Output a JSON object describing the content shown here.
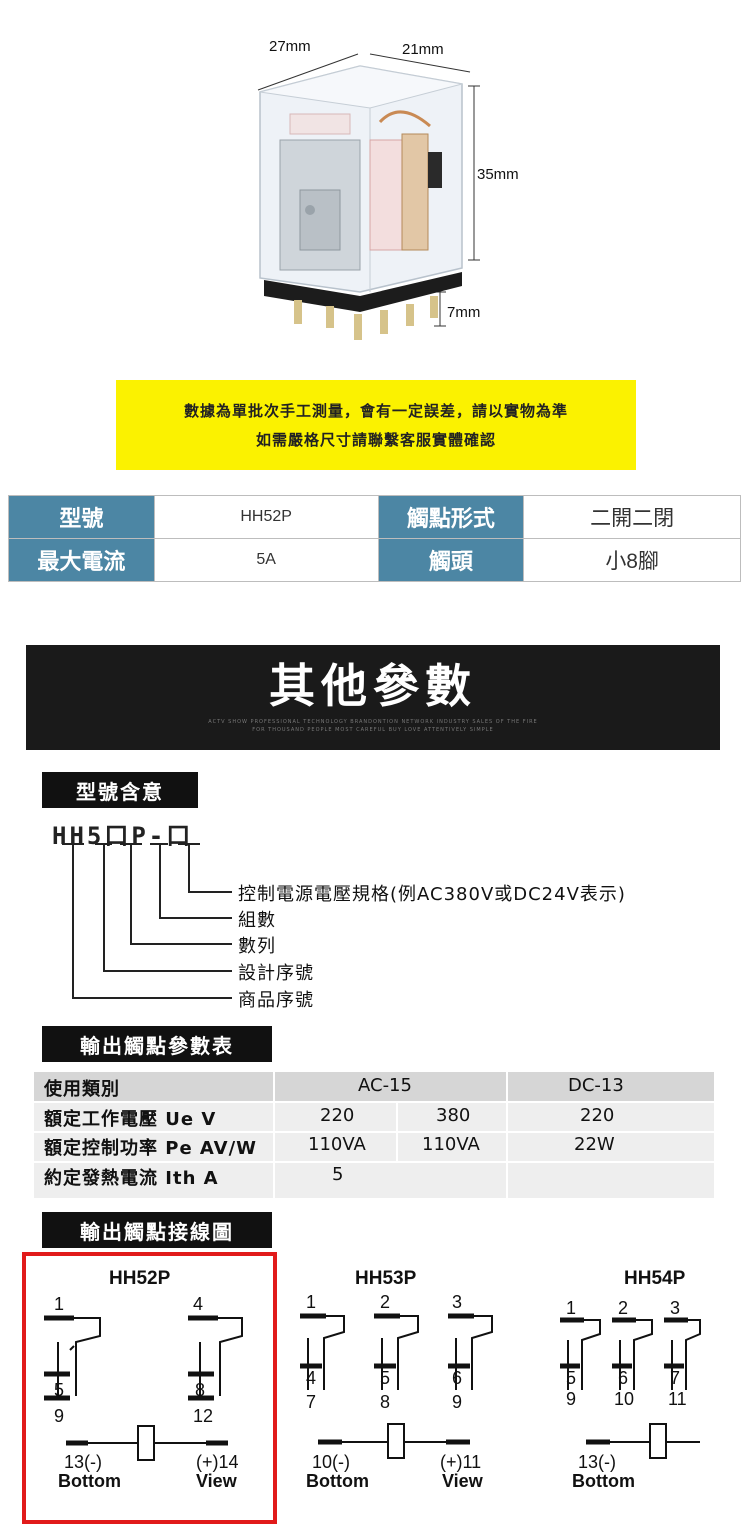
{
  "photo": {
    "dim_depth": "27mm",
    "dim_width": "21mm",
    "dim_height": "35mm",
    "dim_pin": "7mm"
  },
  "note": {
    "line1": "數據為單批次手工測量，會有一定誤差，請以實物為準",
    "line2": "如需嚴格尺寸請聯繫客服實體確認"
  },
  "spec": {
    "model_label": "型號",
    "model_value": "HH52P",
    "contact_label": "觸點形式",
    "contact_value": "二開二閉",
    "current_label": "最大電流",
    "current_value": "5A",
    "pin_label": "觸頭",
    "pin_value": "小8腳"
  },
  "banner": {
    "title": "其他參數",
    "subtitle_line1": "ACTV SHOW PROFESSIONAL TECHNOLOGY BRANDONTION NETWORK INDUSTRY SALES OF THE FIRE",
    "subtitle_line2": "FOR THOUSAND PEOPLE MOST CAREFUL BUY LOVE ATTENTIVELY SIMPLE"
  },
  "meaning": {
    "tag": "型號含意",
    "code": "HH5口P-口",
    "items": [
      "控制電源電壓規格(例AC380V或DC24V表示)",
      "組數",
      "數列",
      "設計序號",
      "商品序號"
    ]
  },
  "output_table": {
    "tag": "輸出觸點參數表",
    "header": {
      "col0": "使用類別",
      "col1": "AC-15",
      "col2": "DC-13"
    },
    "rows": [
      {
        "label": "額定工作電壓 Ue V",
        "ac_a": "220",
        "ac_b": "380",
        "dc": "220"
      },
      {
        "label": "額定控制功率 Pe AV/W",
        "ac_a": "110VA",
        "ac_b": "110VA",
        "dc": "22W"
      },
      {
        "label": "約定發熱電流 Ith A",
        "ac_a": "5",
        "ac_b": "",
        "dc": ""
      }
    ]
  },
  "wiring": {
    "tag": "輸出觸點接線圖",
    "hh52p": {
      "title": "HH52P",
      "n1": "1",
      "n4": "4",
      "n5": "5",
      "n8": "8",
      "n9": "9",
      "n12": "12",
      "coil_left": "13(-)",
      "coil_right": "(+)14",
      "bottom": "Bottom",
      "view": "View"
    },
    "hh53p": {
      "title": "HH53P",
      "n1": "1",
      "n2": "2",
      "n3": "3",
      "n4": "4",
      "n5": "5",
      "n6": "6",
      "n7": "7",
      "n8": "8",
      "n9": "9",
      "coil_left": "10(-)",
      "coil_right": "(+)11",
      "bottom": "Bottom",
      "view": "View"
    },
    "hh54p": {
      "title": "HH54P",
      "n1": "1",
      "n2": "2",
      "n3": "3",
      "n5": "5",
      "n6": "6",
      "n7": "7",
      "n9": "9",
      "n10": "10",
      "n11": "11",
      "coil_left": "13(-)",
      "bottom": "Bottom"
    }
  }
}
